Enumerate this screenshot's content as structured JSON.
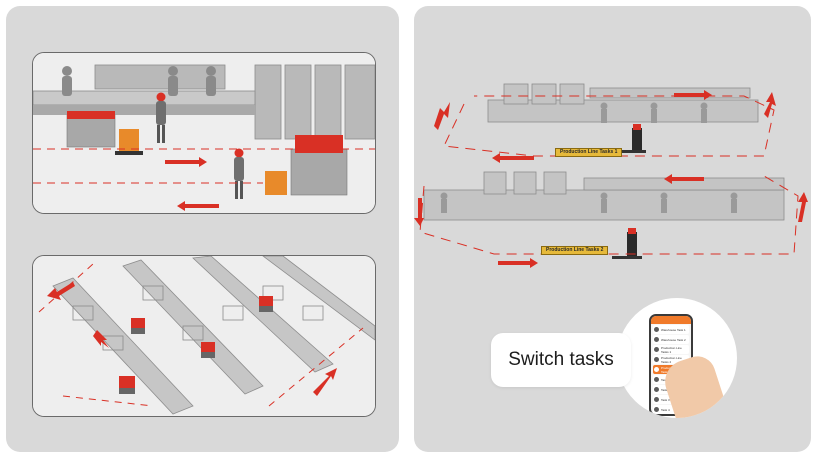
{
  "labels": {
    "production_line_1": "Production Line Tasks 1",
    "production_line_2": "Production Line Tasks 2"
  },
  "callout": {
    "text": "Switch tasks"
  },
  "phone": {
    "header": "",
    "rows": [
      {
        "label": "Warehouse Task 1",
        "active": false
      },
      {
        "label": "Warehouse Task 2",
        "active": false
      },
      {
        "label": "Production Line Tasks 1",
        "active": false
      },
      {
        "label": "Production Line Tasks 2",
        "active": false
      },
      {
        "label": "Production Line Tasks 3",
        "active": true
      },
      {
        "label": "Task 1",
        "active": false
      },
      {
        "label": "Task 2",
        "active": false
      },
      {
        "label": "Task 3",
        "active": false
      },
      {
        "label": "Task 4",
        "active": false
      }
    ]
  },
  "colors": {
    "panel_bg": "#d9d9d9",
    "scene_bg": "#eeeeee",
    "route_red": "#d93025",
    "tag_yellow": "#e6b93a",
    "accent_orange": "#f07a2a"
  }
}
